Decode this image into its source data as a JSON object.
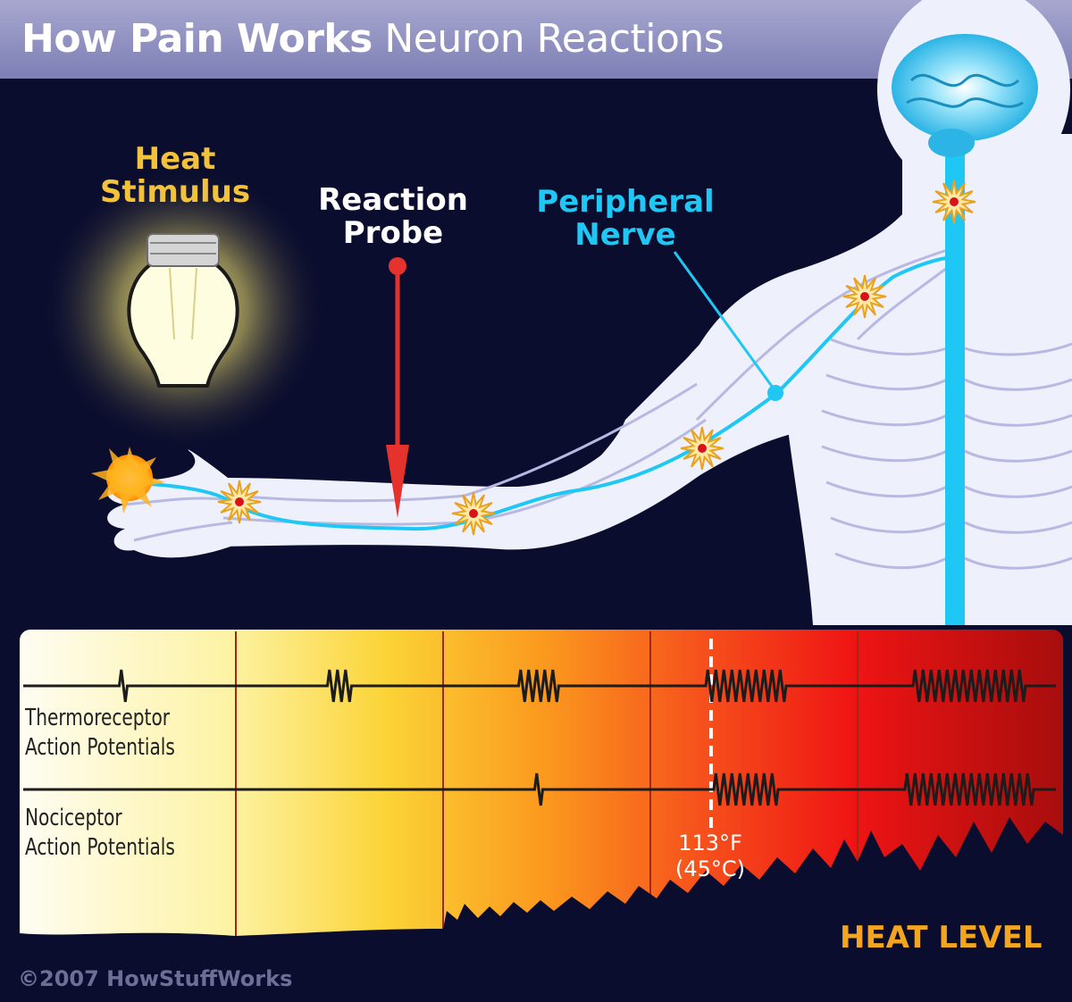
{
  "title": {
    "bold": "How Pain Works",
    "rest": "Neuron Reactions"
  },
  "labels": {
    "heat_stimulus": [
      "Heat",
      "Stimulus"
    ],
    "reaction_probe": [
      "Reaction",
      "Probe"
    ],
    "peripheral_nerve": [
      "Peripheral",
      "Nerve"
    ]
  },
  "chart": {
    "rows": [
      {
        "lines": [
          "Thermoreceptor",
          "Action Potentials"
        ],
        "bursts": [
          1,
          3,
          5,
          10,
          14
        ]
      },
      {
        "lines": [
          "Nociceptor",
          "Action Potentials"
        ],
        "bursts": [
          0,
          0,
          1,
          8,
          16
        ]
      }
    ],
    "threshold": [
      "113°F",
      "(45°C)"
    ],
    "axis_label": "HEAT LEVEL"
  },
  "colors": {
    "background": "#0b0d2e",
    "title_bar": "#8d8fc2",
    "heat_label": "#f2c23a",
    "nerve": "#1fc7f4",
    "probe": "#e5322d",
    "heat_level": "#f3a51f"
  },
  "copyright": "©2007 HowStuffWorks"
}
